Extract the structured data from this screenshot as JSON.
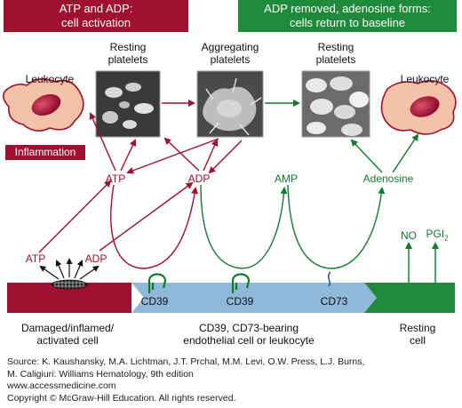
{
  "banners": {
    "left": {
      "line1": "ATP and ADP:",
      "line2": "cell activation",
      "color": "#a01030"
    },
    "right": {
      "line1": "ADP removed, adenosine forms:",
      "line2": "cells return to baseline",
      "color": "#1f8a3b"
    }
  },
  "cells": {
    "leukocyte_left": "Leukocyte",
    "leukocyte_right": "Leukocyte",
    "inflammation": "Inflammation"
  },
  "platelets": {
    "resting_left": {
      "line1": "Resting",
      "line2": "platelets"
    },
    "aggregating": {
      "line1": "Aggregating",
      "line2": "platelets"
    },
    "resting_right": {
      "line1": "Resting",
      "line2": "platelets"
    }
  },
  "nucleotides": {
    "atp_upper": "ATP",
    "adp_upper": "ADP",
    "amp": "AMP",
    "adenosine": "Adenosine",
    "atp_lower": "ATP",
    "adp_lower": "ADP",
    "no": "NO",
    "pgi2_base": "PGI",
    "pgi2_sub": "2"
  },
  "enzymes": {
    "cd39_a": "CD39",
    "cd39_b": "CD39",
    "cd73": "CD73"
  },
  "bottom_labels": {
    "damaged": {
      "line1": "Damaged/inflamed/",
      "line2": "activated cell"
    },
    "endothelial": {
      "line1": "CD39, CD73-bearing",
      "line2": "endothelial cell or leukocyte"
    },
    "resting": {
      "line1": "Resting",
      "line2": "cell"
    }
  },
  "source": {
    "line1": "Source: K. Kaushansky, M.A. Lichtman, J.T. Prchal, M.M. Levi, O.W. Press, L.J. Burns,",
    "line2": "M. Caligiuri: Williams Hematology, 9th edition",
    "line3": "www.accessmedicine.com",
    "line4": "Copyright © McGraw-Hill Education.  All rights reserved."
  },
  "colors": {
    "red": "#a01030",
    "green": "#137a2e",
    "membrane_blue": "#8fb8d9",
    "leukocyte_fill": "#f4c2a8",
    "nucleus": "#b3143c"
  }
}
